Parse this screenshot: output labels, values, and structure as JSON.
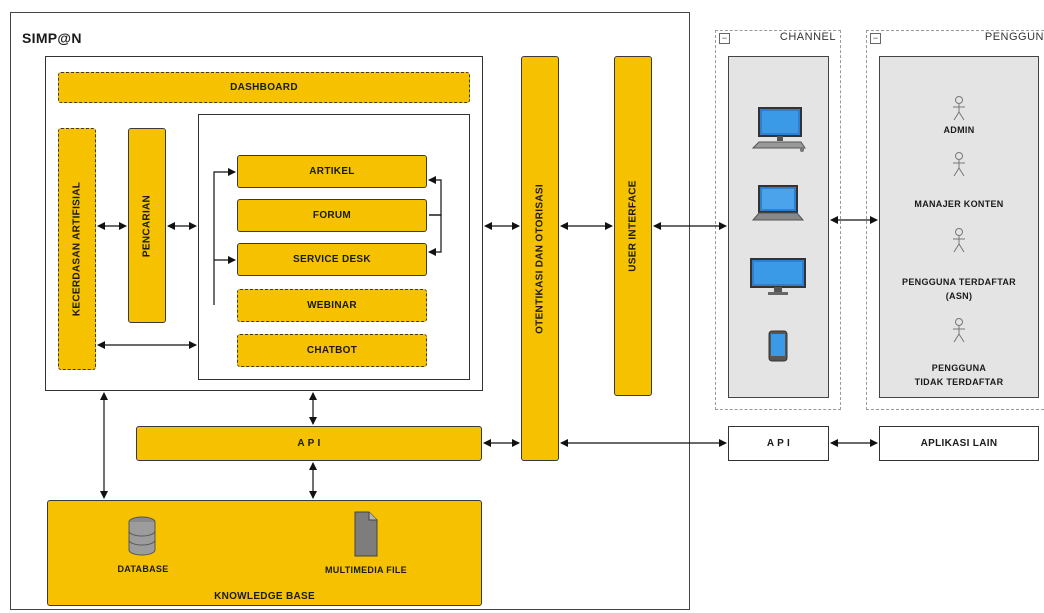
{
  "system_title": "SIMP@N",
  "modules": {
    "dashboard": "DASHBOARD",
    "ai": "KECERDASAN ARTIFISIAL",
    "search": "PENCARIAN",
    "article": "ARTIKEL",
    "forum": "FORUM",
    "service_desk": "SERVICE DESK",
    "webinar": "WEBINAR",
    "chatbot": "CHATBOT",
    "auth": "OTENTIKASI DAN OTORISASI",
    "user_interface": "USER INTERFACE",
    "api": "A P I",
    "knowledge_base": "KNOWLEDGE BASE",
    "database": "DATABASE",
    "multimedia": "MULTIMEDIA FILE"
  },
  "channel": {
    "title": "CHANNEL",
    "collapse": "−",
    "devices": [
      "desktop-icon",
      "laptop-icon",
      "monitor-icon",
      "tablet-icon"
    ]
  },
  "users": {
    "title": "PENGGUN",
    "collapse": "−",
    "actors": [
      {
        "line1": "ADMIN",
        "line2": ""
      },
      {
        "line1": "MANAJER KONTEN",
        "line2": ""
      },
      {
        "line1": "PENGGUNA TERDAFTAR",
        "line2": "(ASN)"
      },
      {
        "line1": "PENGGUNA",
        "line2": "TIDAK TERDAFTAR"
      }
    ]
  },
  "external": {
    "api": "A P I",
    "other_apps": "APLIKASI LAIN"
  },
  "colors": {
    "module_fill": "#f6c200",
    "panel_grey": "#e4e4e4",
    "device_blue": "#2f7fd0"
  }
}
